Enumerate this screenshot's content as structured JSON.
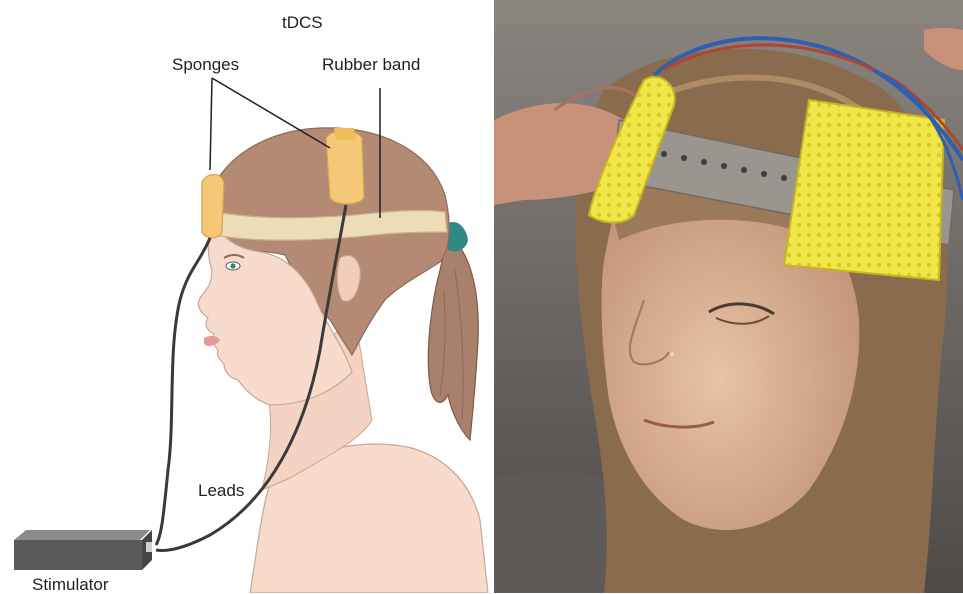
{
  "diagram": {
    "title": "tDCS",
    "labels": {
      "sponges": "Sponges",
      "rubber_band": "Rubber band",
      "leads": "Leads",
      "stimulator": "Stimulator"
    }
  },
  "colors": {
    "skin": "#f7dccd",
    "hair": "#b48a75",
    "sponge": "#f5c878",
    "band": "#ecdcb8",
    "stimulator": "#5a5a5a",
    "hair_tie": "#2f8a87"
  }
}
